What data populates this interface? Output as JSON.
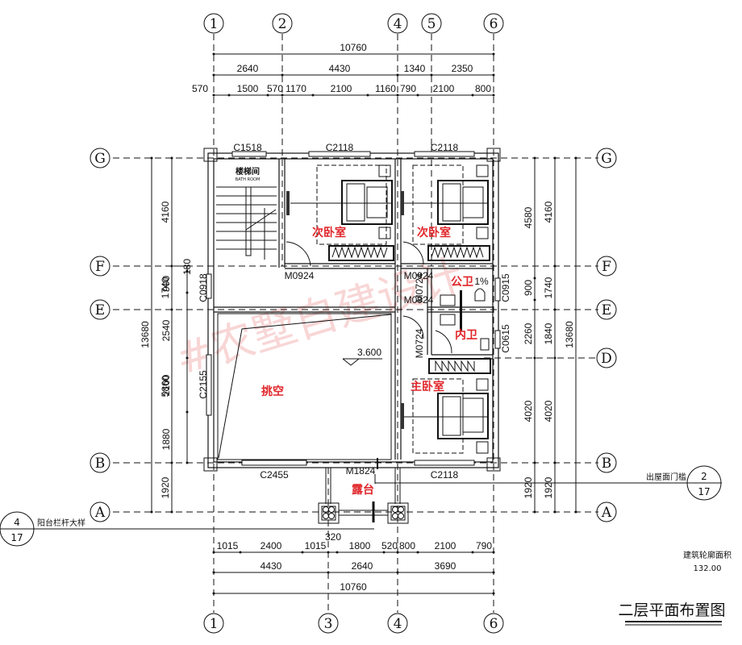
{
  "drawing": {
    "title": "二层平面布置图",
    "area_label": "建筑轮廓面积",
    "area_value": "132.00",
    "elevation": "3.600",
    "watermark": "#农墅自建设计"
  },
  "axes": {
    "top": [
      "1",
      "2",
      "4",
      "5",
      "6"
    ],
    "bottom": [
      "1",
      "3",
      "4",
      "6"
    ],
    "left": [
      "G",
      "F",
      "E",
      "B",
      "A"
    ],
    "right": [
      "G",
      "F",
      "E",
      "D",
      "B",
      "A"
    ]
  },
  "dimensions": {
    "top_total": "10760",
    "top_mid": [
      "2640",
      "4430",
      "1340",
      "2350"
    ],
    "top_detail": [
      "570",
      "1500",
      "570",
      "1170",
      "2100",
      "1160",
      "790",
      "2100",
      "800"
    ],
    "bottom_detail": [
      "1015",
      "2400",
      "1015",
      "320",
      "1800",
      "520",
      "800",
      "2100",
      "790"
    ],
    "bottom_mid": [
      "4430",
      "2640",
      "3690"
    ],
    "bottom_total": "10760",
    "left_total": "13680",
    "left_mid": [
      "4160",
      "1740",
      "5860",
      "1920"
    ],
    "left_detail": [
      "180",
      "900",
      "2540",
      "2100",
      "1880"
    ],
    "right_inner": [
      "4580",
      "900",
      "2260",
      "4020",
      "1920"
    ],
    "right_mid": [
      "4160",
      "1740",
      "1840",
      "4020",
      "1920"
    ],
    "right_total": "13680"
  },
  "rooms": {
    "bedroom2_left": "次卧室",
    "bedroom2_right": "次卧室",
    "master_bedroom": "主卧室",
    "public_bath": "公卫",
    "ensuite_bath": "内卫",
    "void": "挑空",
    "terrace": "露台",
    "stair": "楼梯间",
    "stair_en": "BATH ROOM",
    "slope": "1%"
  },
  "openings": {
    "windows": [
      "C1518",
      "C2118",
      "C2118",
      "C0918",
      "C2155",
      "C2455",
      "C2118",
      "C0915",
      "C0615"
    ],
    "doors": [
      "M0924",
      "M0924",
      "M0924",
      "M0724",
      "M0724",
      "M1824"
    ]
  },
  "callouts": [
    {
      "label": "出屋面门槛",
      "num": "2",
      "sheet": "17"
    },
    {
      "label": "阳台栏杆大样",
      "num": "4",
      "sheet": "17"
    }
  ]
}
